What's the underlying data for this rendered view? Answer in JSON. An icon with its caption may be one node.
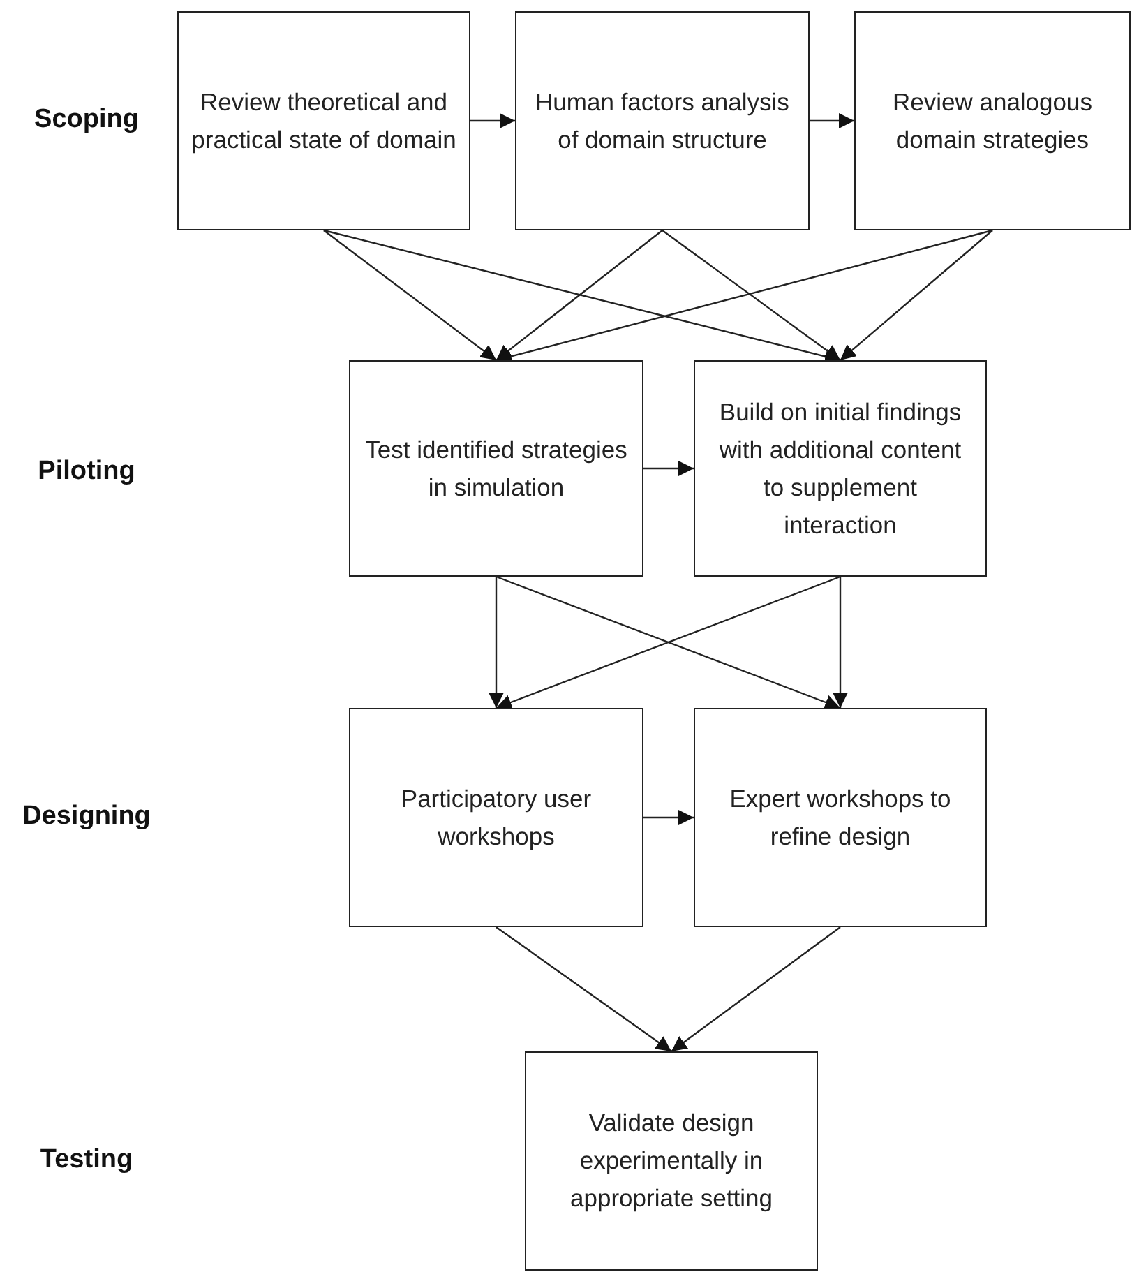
{
  "diagram": {
    "nodes": [
      {
        "text": [
          "Review theoretical and practical state of domain"
        ]
      },
      {
        "text": [
          "Human factors analysis of domain structure"
        ]
      },
      {
        "text": [
          "Review analogous domain strategies"
        ]
      },
      {
        "text": [
          "Test identified strategies in simulation"
        ]
      },
      {
        "text": [
          "Build on initial findings with additional content to supplement interaction"
        ]
      },
      {
        "text": [
          "Participatory user workshops"
        ]
      },
      {
        "text": [
          "Expert workshops to refine design"
        ]
      },
      {
        "text": [
          "Validate design experimentally in appropriate setting"
        ]
      }
    ],
    "edges": [
      {
        "from": 0,
        "to": 1,
        "arrow": "to"
      },
      {
        "from": 1,
        "to": 2,
        "arrow": "to"
      },
      {
        "from": 0,
        "to": 3,
        "arrow": "to"
      },
      {
        "from": 0,
        "to": 4,
        "arrow": "to"
      },
      {
        "from": 1,
        "to": 3,
        "arrow": "to"
      },
      {
        "from": 1,
        "to": 4,
        "arrow": "to"
      },
      {
        "from": 2,
        "to": 3,
        "arrow": "to"
      },
      {
        "from": 2,
        "to": 4,
        "arrow": "to"
      },
      {
        "from": 3,
        "to": 4,
        "arrow": "to"
      },
      {
        "from": 3,
        "to": 5,
        "arrow": "to"
      },
      {
        "from": 3,
        "to": 6,
        "arrow": "to"
      },
      {
        "from": 4,
        "to": 5,
        "arrow": "to"
      },
      {
        "from": 4,
        "to": 6,
        "arrow": "to"
      },
      {
        "from": 5,
        "to": 6,
        "arrow": "to"
      },
      {
        "from": 5,
        "to": 7,
        "arrow": "to"
      },
      {
        "from": 6,
        "to": 7,
        "arrow": "to"
      }
    ],
    "labels": [
      "Scoping",
      "Piloting",
      "Designing",
      "Testing"
    ]
  }
}
